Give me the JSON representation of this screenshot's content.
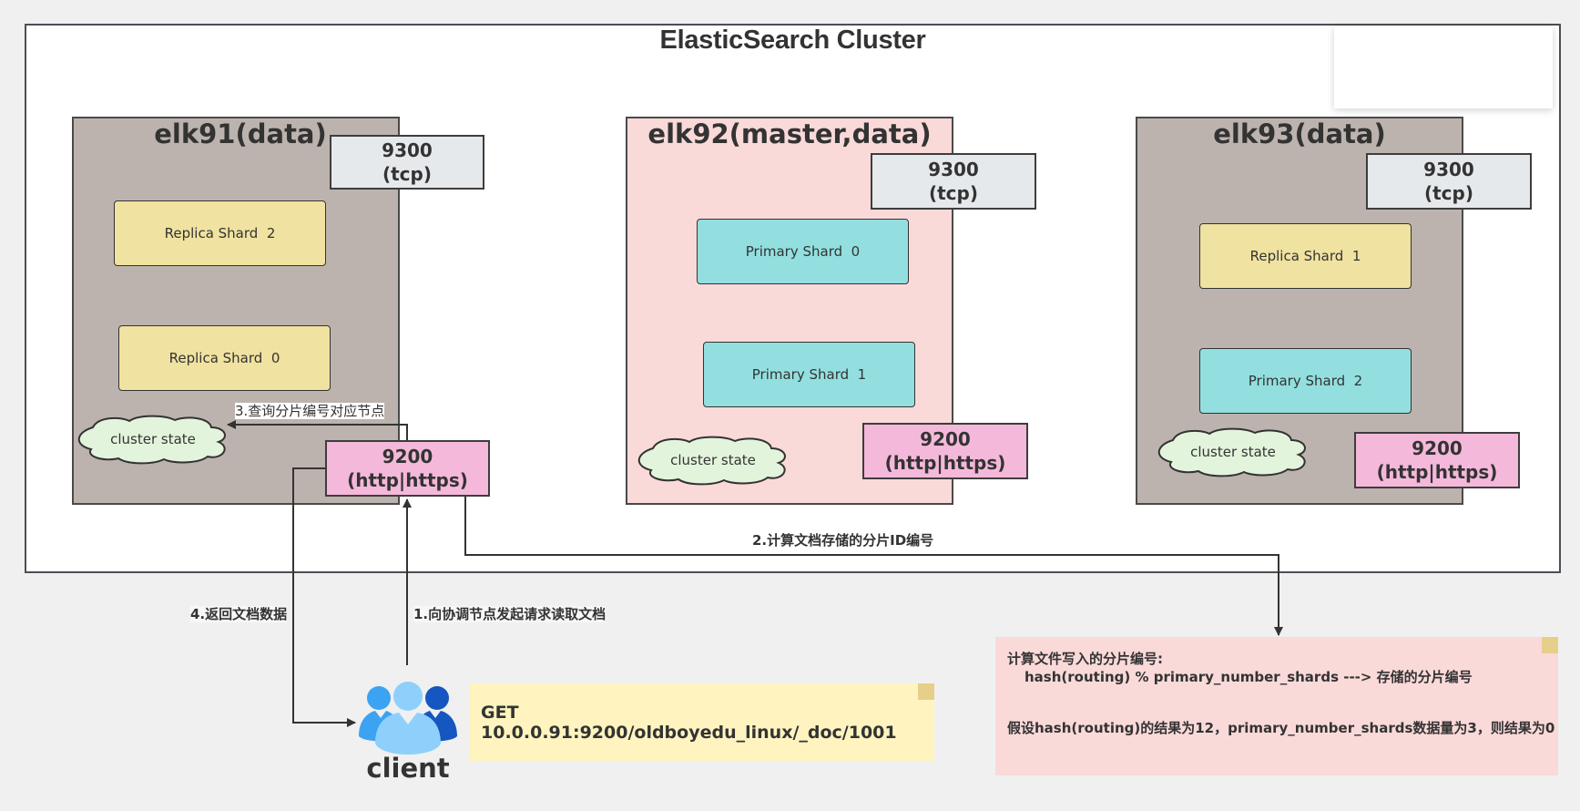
{
  "title": "ElasticSearch Cluster",
  "colors": {
    "data_node_bg": "#bdb3ae",
    "master_node_bg": "#fad9d9",
    "replica_shard": "#f0e2a0",
    "primary_shard": "#93dfdf",
    "tcp_port": "#e6e9ec",
    "http_port": "#f4b8da",
    "cloud": "#e3f4dc",
    "get_note": "#fff4c0",
    "hash_note": "#fad9d9",
    "client_light": "#8ed0fb",
    "client_mid": "#3ca3f3",
    "client_dark": "#1656c0"
  },
  "nodes": [
    {
      "name": "elk91(data)",
      "role": "data",
      "tcp_port": "9300",
      "tcp_proto": "(tcp)",
      "http_port": "9200",
      "http_proto": "(http|https)",
      "cluster_state": "cluster state",
      "shards": [
        {
          "label": "Replica Shard  2",
          "type": "replica"
        },
        {
          "label": "Replica Shard  0",
          "type": "replica"
        }
      ]
    },
    {
      "name": "elk92(master,data)",
      "role": "master,data",
      "tcp_port": "9300",
      "tcp_proto": "(tcp)",
      "http_port": "9200",
      "http_proto": "(http|https)",
      "cluster_state": "cluster state",
      "shards": [
        {
          "label": "Primary Shard  0",
          "type": "primary"
        },
        {
          "label": "Primary Shard  1",
          "type": "primary"
        }
      ]
    },
    {
      "name": "elk93(data)",
      "role": "data",
      "tcp_port": "9300",
      "tcp_proto": "(tcp)",
      "http_port": "9200",
      "http_proto": "(http|https)",
      "cluster_state": "cluster state",
      "shards": [
        {
          "label": "Replica Shard  1",
          "type": "replica"
        },
        {
          "label": "Primary Shard  2",
          "type": "primary"
        }
      ]
    }
  ],
  "steps": [
    {
      "label": "1.向协调节点发起请求读取文档"
    },
    {
      "label": "2.计算文档存储的分片ID编号"
    },
    {
      "label": "3.查询分片编号对应节点"
    },
    {
      "label": "4.返回文档数据"
    }
  ],
  "client": {
    "label": "client",
    "icon": "users-group-icon"
  },
  "get_request": "GET 10.0.0.91:9200/oldboyedu_linux/_doc/1001",
  "hash_note": {
    "line1": "计算文件写入的分片编号:",
    "line2": "hash(routing) % primary_number_shards ---> 存储的分片编号",
    "line3": "假设hash(routing)的结果为12，primary_number_shards数据量为3，则结果为0"
  }
}
